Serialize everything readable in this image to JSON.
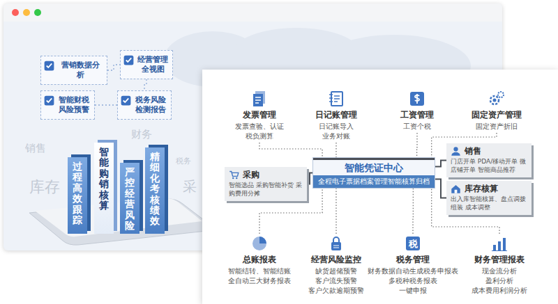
{
  "diagram": {
    "nodes": [
      {
        "text": [
          "营销数据分析"
        ]
      },
      {
        "text": [
          "经营管理 全视图"
        ]
      },
      {
        "text": [
          "智能财税 风险预警"
        ]
      },
      {
        "text": [
          "税务风险 检测报告"
        ]
      },
      {
        "text": [
          "过程高效跟踪"
        ]
      },
      {
        "text": [
          "智能购销核算"
        ]
      },
      {
        "text": [
          "严控经营风险"
        ]
      },
      {
        "text": [
          "精细化考核绩效"
        ]
      },
      {
        "text": [
          "发票管理",
          "发票查验、认证 税负测算"
        ]
      },
      {
        "text": [
          "日记账管理",
          "日记账导入 业务对账"
        ]
      },
      {
        "text": [
          "工资管理",
          "工资个税"
        ]
      },
      {
        "text": [
          "固定资产管理",
          "固定资产折旧"
        ]
      },
      {
        "text": [
          "销售",
          "门店开单 PDA/移动开单 微店铺开单 智能商品推荐"
        ]
      },
      {
        "text": [
          "采购",
          "智能选品 采购智能补货 采购费用分摊"
        ]
      },
      {
        "text": [
          "智能凭证中心",
          "全程电子票据档案管理智能核算归档"
        ]
      },
      {
        "text": [
          "库存核算",
          "出入库智能核算、盘点调拨 组装 成本调整"
        ]
      },
      {
        "text": [
          "总账报表",
          "智能结转、智能结账 全自动三大财务报表"
        ]
      },
      {
        "text": [
          "经营风险监控",
          "缺货超储预警 客户流失预警 客户欠款逾期预警"
        ]
      },
      {
        "text": [
          "税务管理",
          "财务数据自动生成税务申报表 多税种税务报表 一键申报"
        ]
      },
      {
        "text": [
          "财务管理报表",
          "现金流分析 盈利分析 成本费用利润分析"
        ]
      }
    ],
    "edges": [
      {
        "from": 0,
        "to": 1,
        "arrow": "none"
      },
      {
        "from": 1,
        "to": 3,
        "arrow": "none"
      },
      {
        "from": 2,
        "to": 3,
        "arrow": "none"
      },
      {
        "from": 8,
        "to": 14,
        "arrow": "none"
      },
      {
        "from": 9,
        "to": 14,
        "arrow": "none"
      },
      {
        "from": 10,
        "to": 14,
        "arrow": "none"
      },
      {
        "from": 11,
        "to": 14,
        "arrow": "none"
      },
      {
        "from": 12,
        "to": 14,
        "arrow": "none"
      },
      {
        "from": 13,
        "to": 14,
        "arrow": "none"
      },
      {
        "from": 15,
        "to": 14,
        "arrow": "none"
      },
      {
        "from": 16,
        "to": 14,
        "arrow": "none"
      },
      {
        "from": 17,
        "to": 14,
        "arrow": "none"
      },
      {
        "from": 18,
        "to": 14,
        "arrow": "none"
      },
      {
        "from": 19,
        "to": 14,
        "arrow": "none"
      }
    ],
    "labels": [
      "销售",
      "财务",
      "税务",
      "库存",
      "采",
      "税"
    ]
  }
}
